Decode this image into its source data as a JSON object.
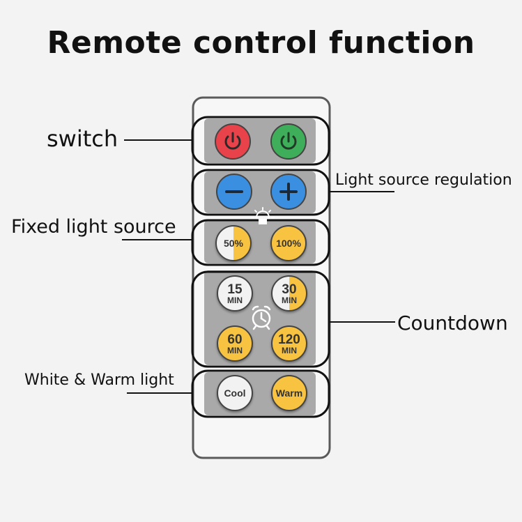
{
  "title": "Remote control function",
  "labels": {
    "switch": "switch",
    "light_regulation": "Light source regulation",
    "fixed_light": "Fixed light source",
    "countdown": "Countdown",
    "white_warm": "White & Warm light"
  },
  "buttons": {
    "pct_50": "50%",
    "pct_100": "100%",
    "t15_num": "15",
    "t30_num": "30",
    "t60_num": "60",
    "t120_num": "120",
    "min": "MIN",
    "cool": "Cool",
    "warm": "Warm"
  },
  "colors": {
    "off_button": "#e8434a",
    "on_button": "#3fae5a",
    "minus_button": "#3a8fe0",
    "plus_button": "#3a8fe0",
    "warm_yellow": "#f7c340",
    "panel_gray": "#a8a8a8",
    "remote_body": "#f7f7f7"
  },
  "icons": [
    "power-icon",
    "minus-icon",
    "plus-icon",
    "sun-icon",
    "alarm-clock-icon"
  ]
}
